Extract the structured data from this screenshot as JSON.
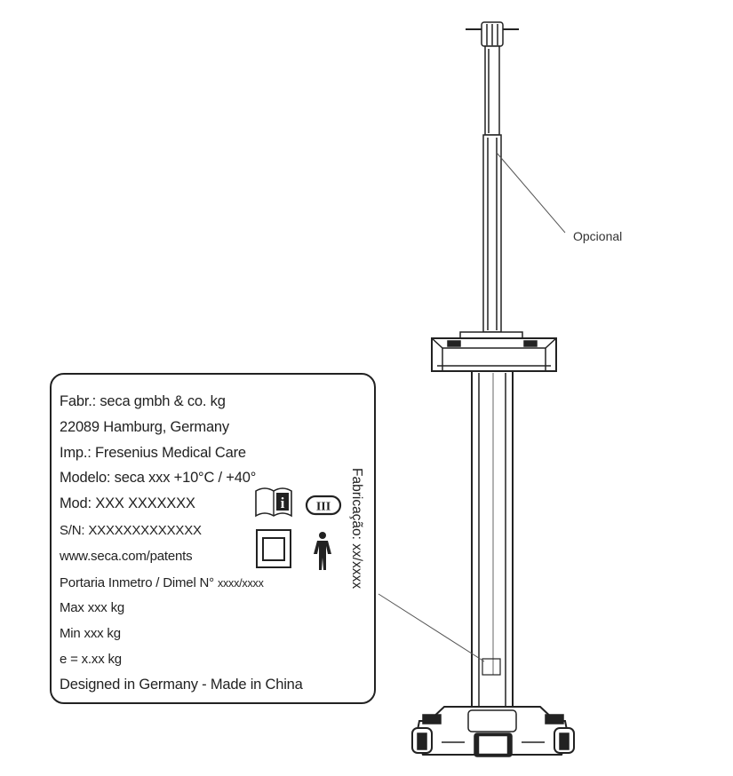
{
  "callout": {
    "text": "Opcional"
  },
  "label": {
    "lines": [
      "Fabr.: seca gmbh & co. kg",
      "22089 Hamburg, Germany",
      "Imp.: Fresenius Medical Care",
      "Modelo: seca xxx +10°C / +40°",
      "Mod: XXX XXXXXXX",
      "S/N: XXXXXXXXXXXXX",
      "www.seca.com/patents",
      "Portaria Inmetro / Dimel N°",
      "Max xxx kg",
      "Min xxx kg",
      "e = x.xx kg",
      "Designed in Germany - Made in China"
    ],
    "portaria_suffix": "xxxx/xxxx",
    "class_symbol": "III",
    "manual_symbol": "i",
    "fabricacao": "Fabricação: xx/xxxx"
  }
}
